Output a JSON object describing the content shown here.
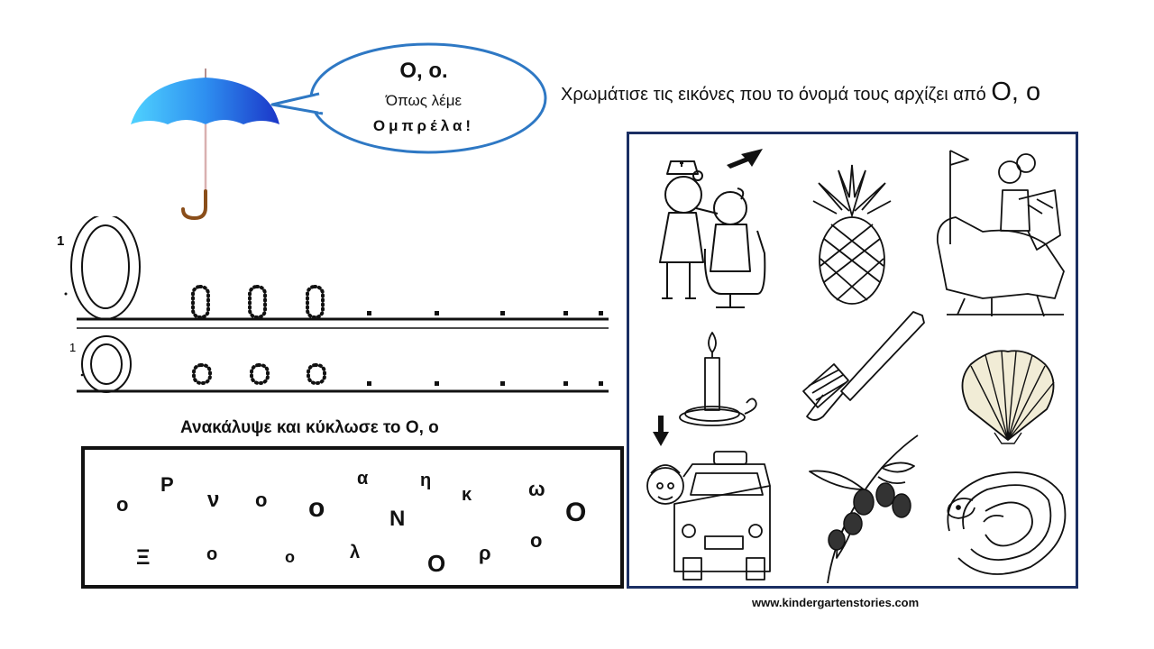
{
  "bubble": {
    "title": "Ο, ο.",
    "line1": "Όπως λέμε",
    "line2": "Ομπρέλα!"
  },
  "instruction": {
    "text": "Χρωμάτισε τις εικόνες που το όνομά τους αρχίζει από ",
    "letters": "Ο, ο"
  },
  "tracing": {
    "upper_row_number": "1",
    "lower_row_number": "1",
    "trace_upper_letter": "Ο",
    "trace_lower_letter": "ο"
  },
  "find": {
    "title": "Ανακάλυψε και κύκλωσε το Ο, ο",
    "letters": [
      "ο",
      "Ρ",
      "ν",
      "ο",
      "ο",
      "α",
      "η",
      "κ",
      "Ν",
      "ω",
      "Ο",
      "Ξ",
      "ο",
      "ο",
      "λ",
      "Ο",
      "ρ",
      "ο"
    ]
  },
  "pictures": [
    "doctor",
    "pineapple",
    "knight-on-horse",
    "candle",
    "toothbrush",
    "scallop-shell",
    "taxi",
    "olive-branch",
    "snake"
  ],
  "colors": {
    "bubble_border": "#2e78c4",
    "panel_border": "#1b2f63",
    "umbrella_light": "#37b6f6",
    "umbrella_dark": "#1d3fd0",
    "handle": "#8a4e1a"
  },
  "website": "www.kindergartenstories.com"
}
